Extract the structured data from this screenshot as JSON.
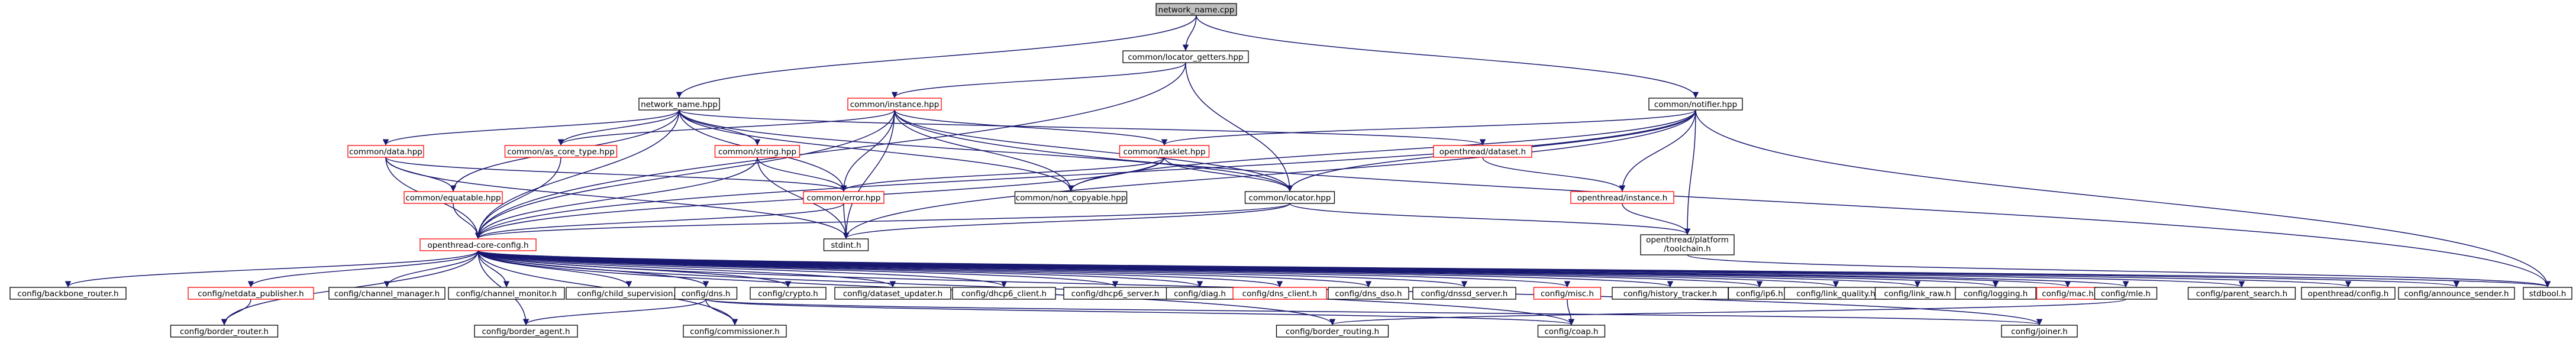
{
  "colors": {
    "edge": "#191970",
    "text": "#000000",
    "border_black": "#000000",
    "border_red": "#ff0000",
    "fill_white": "#ffffff",
    "fill_root": "#bfbfbf"
  },
  "nodes": [
    {
      "id": "network_name_cpp",
      "label": "network_name.cpp",
      "style": "root"
    },
    {
      "id": "locator_getters_hpp",
      "label": "common/locator_getters.hpp",
      "style": "black"
    },
    {
      "id": "network_name_hpp",
      "label": "network_name.hpp",
      "style": "black"
    },
    {
      "id": "instance_hpp",
      "label": "common/instance.hpp",
      "style": "red"
    },
    {
      "id": "notifier_hpp",
      "label": "common/notifier.hpp",
      "style": "black"
    },
    {
      "id": "data_hpp",
      "label": "common/data.hpp",
      "style": "red"
    },
    {
      "id": "as_core_type_hpp",
      "label": "common/as_core_type.hpp",
      "style": "red"
    },
    {
      "id": "string_hpp",
      "label": "common/string.hpp",
      "style": "red"
    },
    {
      "id": "tasklet_hpp",
      "label": "common/tasklet.hpp",
      "style": "red"
    },
    {
      "id": "dataset_h",
      "label": "openthread/dataset.h",
      "style": "red"
    },
    {
      "id": "equatable_hpp",
      "label": "common/equatable.hpp",
      "style": "red"
    },
    {
      "id": "error_hpp",
      "label": "common/error.hpp",
      "style": "red"
    },
    {
      "id": "non_copyable_hpp",
      "label": "common/non_copyable.hpp",
      "style": "black"
    },
    {
      "id": "locator_hpp",
      "label": "common/locator.hpp",
      "style": "black"
    },
    {
      "id": "ot_instance_h",
      "label": "openthread/instance.h",
      "style": "red"
    },
    {
      "id": "core_config_h",
      "label": "openthread-core-config.h",
      "style": "red"
    },
    {
      "id": "stdint_h",
      "label": "stdint.h",
      "style": "black"
    },
    {
      "id": "toolchain_h",
      "label": "openthread/platform/toolchain.h",
      "style": "black"
    },
    {
      "id": "backbone_router_h",
      "label": "config/backbone_router.h",
      "style": "black"
    },
    {
      "id": "netdata_publisher_h",
      "label": "config/netdata_publisher.h",
      "style": "red"
    },
    {
      "id": "channel_manager_h",
      "label": "config/channel_manager.h",
      "style": "black"
    },
    {
      "id": "channel_monitor_h",
      "label": "config/channel_monitor.h",
      "style": "black"
    },
    {
      "id": "child_supervision_h",
      "label": "config/child_supervision.h",
      "style": "black"
    },
    {
      "id": "dns_h",
      "label": "config/dns.h",
      "style": "black"
    },
    {
      "id": "crypto_h",
      "label": "config/crypto.h",
      "style": "black"
    },
    {
      "id": "dataset_updater_h",
      "label": "config/dataset_updater.h",
      "style": "black"
    },
    {
      "id": "dhcp6_client_h",
      "label": "config/dhcp6_client.h",
      "style": "black"
    },
    {
      "id": "dhcp6_server_h",
      "label": "config/dhcp6_server.h",
      "style": "black"
    },
    {
      "id": "diag_h",
      "label": "config/diag.h",
      "style": "black"
    },
    {
      "id": "dns_client_h",
      "label": "config/dns_client.h",
      "style": "red"
    },
    {
      "id": "dns_dso_h",
      "label": "config/dns_dso.h",
      "style": "black"
    },
    {
      "id": "dnssd_server_h",
      "label": "config/dnssd_server.h",
      "style": "black"
    },
    {
      "id": "misc_h",
      "label": "config/misc.h",
      "style": "red"
    },
    {
      "id": "history_tracker_h",
      "label": "config/history_tracker.h",
      "style": "black"
    },
    {
      "id": "ip6_h",
      "label": "config/ip6.h",
      "style": "black"
    },
    {
      "id": "link_quality_h",
      "label": "config/link_quality.h",
      "style": "black"
    },
    {
      "id": "link_raw_h",
      "label": "config/link_raw.h",
      "style": "black"
    },
    {
      "id": "logging_h",
      "label": "config/logging.h",
      "style": "black"
    },
    {
      "id": "mac_h",
      "label": "config/mac.h",
      "style": "red"
    },
    {
      "id": "mle_h",
      "label": "config/mle.h",
      "style": "black"
    },
    {
      "id": "parent_search_h",
      "label": "config/parent_search.h",
      "style": "black"
    },
    {
      "id": "ot_config_h",
      "label": "openthread/config.h",
      "style": "black"
    },
    {
      "id": "announce_sender_h",
      "label": "config/announce_sender.h",
      "style": "black"
    },
    {
      "id": "stdbool_h",
      "label": "stdbool.h",
      "style": "black"
    },
    {
      "id": "border_router_h",
      "label": "config/border_router.h",
      "style": "black"
    },
    {
      "id": "border_agent_h",
      "label": "config/border_agent.h",
      "style": "black"
    },
    {
      "id": "commissioner_h",
      "label": "config/commissioner.h",
      "style": "black"
    },
    {
      "id": "border_routing_h",
      "label": "config/border_routing.h",
      "style": "black"
    },
    {
      "id": "coap_h",
      "label": "config/coap.h",
      "style": "black"
    },
    {
      "id": "joiner_h",
      "label": "config/joiner.h",
      "style": "black"
    }
  ],
  "edges": [
    [
      "network_name_cpp",
      "locator_getters_hpp"
    ],
    [
      "network_name_cpp",
      "network_name_hpp"
    ],
    [
      "network_name_cpp",
      "notifier_hpp"
    ],
    [
      "locator_getters_hpp",
      "instance_hpp"
    ],
    [
      "locator_getters_hpp",
      "locator_hpp"
    ],
    [
      "locator_getters_hpp",
      "core_config_h"
    ],
    [
      "network_name_hpp",
      "core_config_h"
    ],
    [
      "network_name_hpp",
      "as_core_type_hpp"
    ],
    [
      "network_name_hpp",
      "data_hpp"
    ],
    [
      "network_name_hpp",
      "string_hpp"
    ],
    [
      "network_name_hpp",
      "equatable_hpp"
    ],
    [
      "network_name_hpp",
      "error_hpp"
    ],
    [
      "network_name_hpp",
      "non_copyable_hpp"
    ],
    [
      "network_name_hpp",
      "locator_hpp"
    ],
    [
      "network_name_hpp",
      "dataset_h"
    ],
    [
      "instance_hpp",
      "as_core_type_hpp"
    ],
    [
      "instance_hpp",
      "tasklet_hpp"
    ],
    [
      "instance_hpp",
      "error_hpp"
    ],
    [
      "instance_hpp",
      "non_copyable_hpp"
    ],
    [
      "instance_hpp",
      "locator_hpp"
    ],
    [
      "instance_hpp",
      "stdint_h"
    ],
    [
      "instance_hpp",
      "stdbool_h"
    ],
    [
      "instance_hpp",
      "core_config_h"
    ],
    [
      "notifier_hpp",
      "core_config_h"
    ],
    [
      "notifier_hpp",
      "tasklet_hpp"
    ],
    [
      "notifier_hpp",
      "non_copyable_hpp"
    ],
    [
      "notifier_hpp",
      "locator_hpp"
    ],
    [
      "notifier_hpp",
      "ot_instance_h"
    ],
    [
      "notifier_hpp",
      "toolchain_h"
    ],
    [
      "notifier_hpp",
      "stdint_h"
    ],
    [
      "notifier_hpp",
      "stdbool_h"
    ],
    [
      "data_hpp",
      "core_config_h"
    ],
    [
      "data_hpp",
      "equatable_hpp"
    ],
    [
      "data_hpp",
      "error_hpp"
    ],
    [
      "data_hpp",
      "stdint_h"
    ],
    [
      "as_core_type_hpp",
      "core_config_h"
    ],
    [
      "string_hpp",
      "core_config_h"
    ],
    [
      "string_hpp",
      "error_hpp"
    ],
    [
      "string_hpp",
      "stdint_h"
    ],
    [
      "tasklet_hpp",
      "core_config_h"
    ],
    [
      "tasklet_hpp",
      "non_copyable_hpp"
    ],
    [
      "tasklet_hpp",
      "locator_hpp"
    ],
    [
      "tasklet_hpp",
      "error_hpp"
    ],
    [
      "dataset_h",
      "ot_instance_h"
    ],
    [
      "equatable_hpp",
      "core_config_h"
    ],
    [
      "error_hpp",
      "core_config_h"
    ],
    [
      "error_hpp",
      "stdint_h"
    ],
    [
      "locator_hpp",
      "core_config_h"
    ],
    [
      "locator_hpp",
      "toolchain_h"
    ],
    [
      "locator_hpp",
      "stdint_h"
    ],
    [
      "ot_instance_h",
      "toolchain_h"
    ],
    [
      "toolchain_h",
      "stdbool_h"
    ],
    [
      "core_config_h",
      "backbone_router_h"
    ],
    [
      "core_config_h",
      "netdata_publisher_h"
    ],
    [
      "core_config_h",
      "channel_manager_h"
    ],
    [
      "core_config_h",
      "channel_monitor_h"
    ],
    [
      "core_config_h",
      "child_supervision_h"
    ],
    [
      "core_config_h",
      "dns_h"
    ],
    [
      "core_config_h",
      "crypto_h"
    ],
    [
      "core_config_h",
      "dataset_updater_h"
    ],
    [
      "core_config_h",
      "dhcp6_client_h"
    ],
    [
      "core_config_h",
      "dhcp6_server_h"
    ],
    [
      "core_config_h",
      "diag_h"
    ],
    [
      "core_config_h",
      "dns_client_h"
    ],
    [
      "core_config_h",
      "dns_dso_h"
    ],
    [
      "core_config_h",
      "dnssd_server_h"
    ],
    [
      "core_config_h",
      "misc_h"
    ],
    [
      "core_config_h",
      "history_tracker_h"
    ],
    [
      "core_config_h",
      "ip6_h"
    ],
    [
      "core_config_h",
      "link_quality_h"
    ],
    [
      "core_config_h",
      "link_raw_h"
    ],
    [
      "core_config_h",
      "logging_h"
    ],
    [
      "core_config_h",
      "mac_h"
    ],
    [
      "core_config_h",
      "mle_h"
    ],
    [
      "core_config_h",
      "parent_search_h"
    ],
    [
      "core_config_h",
      "ot_config_h"
    ],
    [
      "core_config_h",
      "announce_sender_h"
    ],
    [
      "core_config_h",
      "stdbool_h"
    ],
    [
      "core_config_h",
      "border_router_h"
    ],
    [
      "core_config_h",
      "border_agent_h"
    ],
    [
      "core_config_h",
      "commissioner_h"
    ],
    [
      "core_config_h",
      "border_routing_h"
    ],
    [
      "core_config_h",
      "coap_h"
    ],
    [
      "core_config_h",
      "joiner_h"
    ],
    [
      "netdata_publisher_h",
      "border_router_h"
    ],
    [
      "dns_h",
      "border_agent_h"
    ],
    [
      "dns_h",
      "commissioner_h"
    ],
    [
      "dns_h",
      "coap_h"
    ],
    [
      "dns_h",
      "joiner_h"
    ],
    [
      "misc_h",
      "coap_h"
    ],
    [
      "mle_h",
      "border_routing_h"
    ]
  ]
}
